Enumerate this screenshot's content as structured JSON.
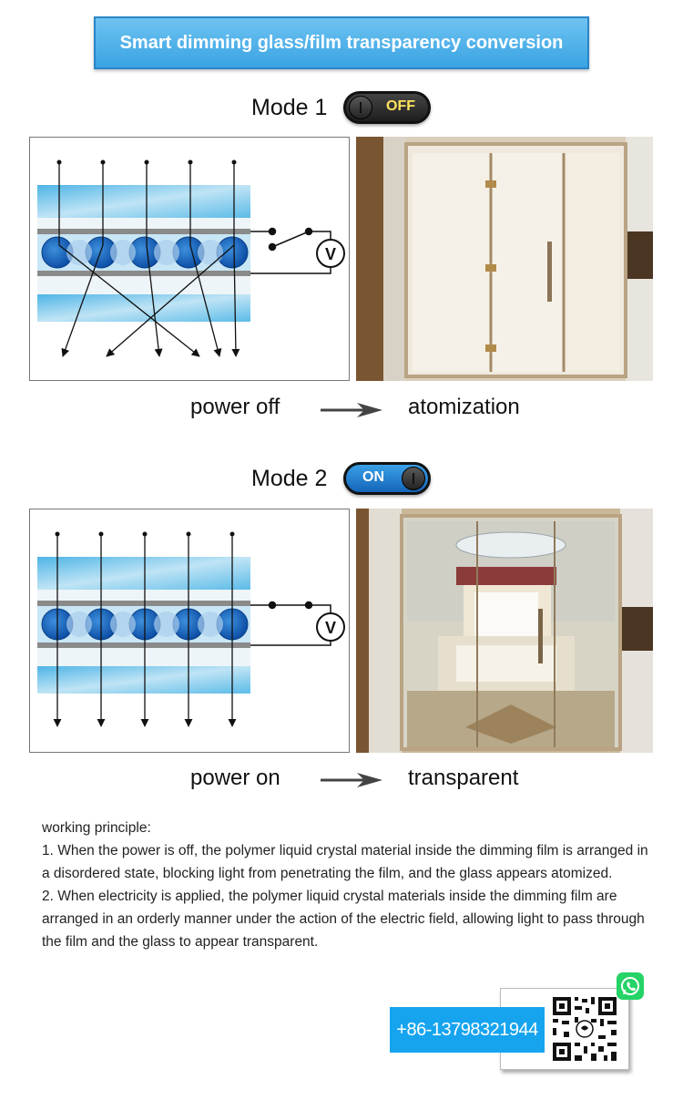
{
  "title": "Smart dimming glass/film transparency conversion",
  "mode1": {
    "label": "Mode 1",
    "switch_text": "OFF",
    "caption_left": "power off",
    "caption_right": "atomization",
    "meter_label": "V"
  },
  "mode2": {
    "label": "Mode 2",
    "switch_text": "ON",
    "caption_left": "power on",
    "caption_right": "transparent",
    "meter_label": "V"
  },
  "principle": {
    "heading": "working principle:",
    "point1": "1. When the power is off, the polymer liquid crystal material inside the dimming film is arranged in a disordered state, blocking light from penetrating the film, and the glass appears atomized.",
    "point2": "2. When electricity is applied, the polymer liquid crystal materials inside the dimming film are arranged in an orderly manner under the action of the electric field, allowing light to pass through the film and the glass to appear transparent."
  },
  "contact": {
    "phone": "+86-13798321944",
    "icons": [
      "qr-code-icon",
      "whatsapp-icon"
    ]
  },
  "colors": {
    "banner": "#3aa3e3",
    "switch_on": "#1565b8",
    "switch_off_text": "#ffe35c",
    "phone_box": "#16a4ef",
    "whatsapp": "#25d366"
  }
}
